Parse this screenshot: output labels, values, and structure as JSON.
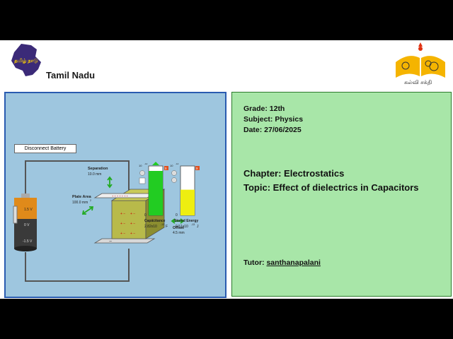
{
  "header": {
    "state_name": "Tamil Nadu",
    "tn_logo_text": "தமிழ் நாடு",
    "kalvi_logo_text": "கல்வி சக்தி"
  },
  "simulation": {
    "disconnect_button": "Disconnect Battery",
    "separation_label": "Separation",
    "separation_value": "10.0 mm",
    "plate_area_label": "Plate Area",
    "plate_area_value": "100.0 mm",
    "plate_area_exp": "2",
    "offset_label": "Offset",
    "offset_value": "4.5 mm",
    "battery_top_voltage": "1.5 V",
    "battery_mid_voltage": "0 V",
    "battery_bottom_voltage": "-1.5 V",
    "capacitance_meter": {
      "label": "Capacitance",
      "value": "2.82x10",
      "exp": "-13",
      "unit": "F",
      "scale_top": "10",
      "scale_top_exp": "-12",
      "scale_bottom": "0",
      "fill_fraction": 0.9
    },
    "energy_meter": {
      "label": "Stored Energy",
      "value": "0.51x10",
      "exp": "-13",
      "unit": "J",
      "scale_top": "10",
      "scale_top_exp": "-12",
      "scale_bottom": "0",
      "fill_fraction": 0.52
    },
    "colors": {
      "capacitance_fill": "#22cc22",
      "energy_fill": "#eeee10",
      "dielectric": "#b8ba4a",
      "battery": "#e08a1a"
    }
  },
  "info": {
    "grade": "Grade:  12th",
    "subject": "Subject: Physics",
    "date": "Date:  27/06/2025",
    "chapter": "Chapter: Electrostatics",
    "topic": "Topic: Effect of dielectrics in Capacitors",
    "tutor_label": "Tutor: ",
    "tutor_name": "santhanapalani"
  }
}
